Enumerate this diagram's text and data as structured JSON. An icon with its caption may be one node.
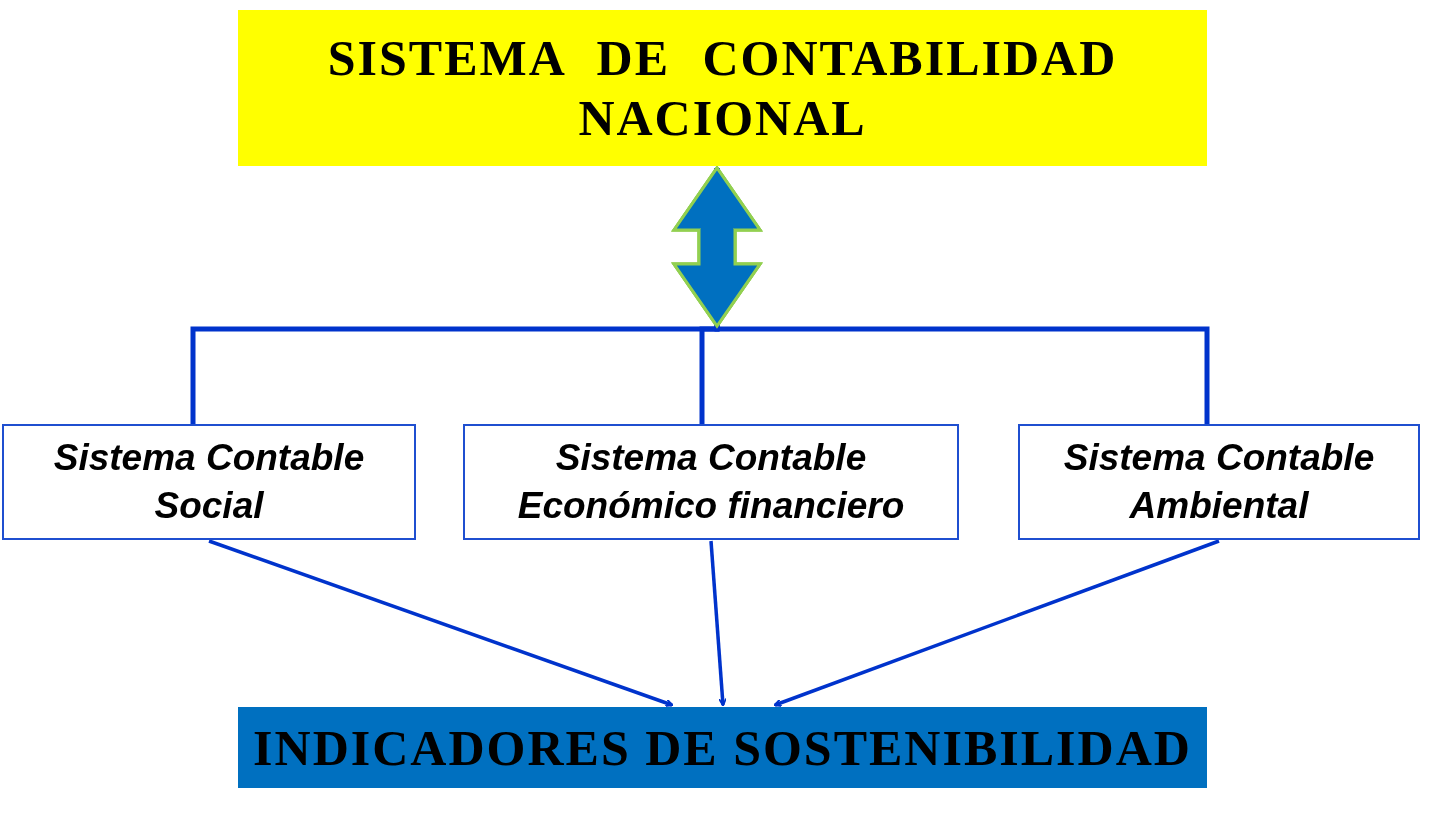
{
  "diagram": {
    "nodes": [
      {
        "text": [
          "SISTEMA DE CONTABILIDAD NACIONAL"
        ]
      },
      {
        "text": [
          "Sistema Contable Social"
        ]
      },
      {
        "text": [
          "Sistema Contable Económico financiero"
        ]
      },
      {
        "text": [
          "Sistema Contable Ambiental"
        ]
      },
      {
        "text": [
          "INDICADORES DE SOSTENIBILIDAD"
        ]
      }
    ],
    "edges": [
      {
        "from": 1,
        "to": 0,
        "arrow": "to"
      },
      {
        "from": 2,
        "to": 0,
        "arrow": "to"
      },
      {
        "from": 3,
        "to": 0,
        "arrow": "to"
      },
      {
        "from": 1,
        "to": 4,
        "arrow": "to"
      },
      {
        "from": 2,
        "to": 4,
        "arrow": "to"
      },
      {
        "from": 3,
        "to": 4,
        "arrow": "to"
      }
    ]
  }
}
